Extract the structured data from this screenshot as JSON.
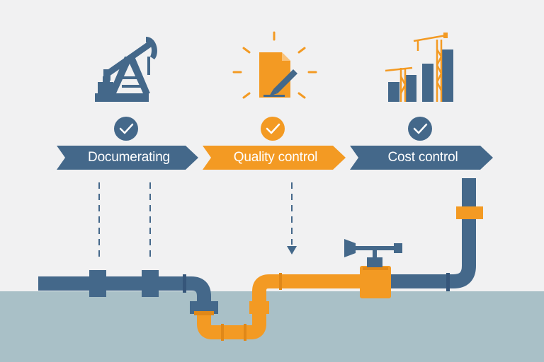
{
  "stages": [
    {
      "label": "Documerating",
      "icon": "oil-pumpjack-icon"
    },
    {
      "label": "Quality control",
      "icon": "document-sign-icon"
    },
    {
      "label": "Cost control",
      "icon": "crane-bar-chart-icon"
    }
  ],
  "colors": {
    "background": "#f1f1f2",
    "ground": "#a9c0c7",
    "blue": "#44688a",
    "orange": "#f39a23",
    "orange_dark": "#e08818",
    "text_on_blue": "#ffffff",
    "text_on_orange": "#ffffff"
  }
}
